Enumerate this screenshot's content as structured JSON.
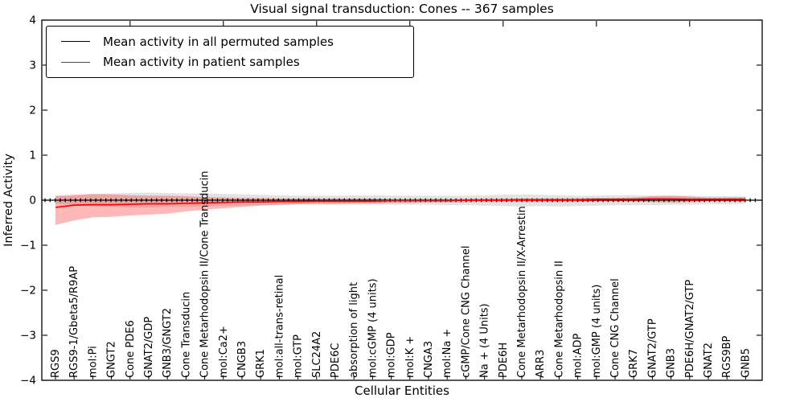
{
  "figure": {
    "title": "Visual signal transduction: Cones -- 367 samples",
    "xlabel": "Cellular Entities",
    "ylabel": "Inferred Activity",
    "background": "#ffffff"
  },
  "legend": {
    "position": "upper left",
    "entries": [
      {
        "label": "Mean activity in all permuted samples",
        "color": "#000000"
      },
      {
        "label": "Mean activity in patient samples",
        "color": "#ff0000"
      }
    ]
  },
  "chart_data": {
    "type": "line",
    "title": "Visual signal transduction: Cones -- 367 samples",
    "xlabel": "Cellular Entities",
    "ylabel": "Inferred Activity",
    "ylim": [
      -4,
      4
    ],
    "grid": false,
    "legend_position": "upper left",
    "yticks": [
      {
        "value": -4,
        "label": "−4"
      },
      {
        "value": -3,
        "label": "−3"
      },
      {
        "value": -2,
        "label": "−2"
      },
      {
        "value": -1,
        "label": "−1"
      },
      {
        "value": 0,
        "label": "0"
      },
      {
        "value": 1,
        "label": "1"
      },
      {
        "value": 2,
        "label": "2"
      },
      {
        "value": 3,
        "label": "3"
      },
      {
        "value": 4,
        "label": "4"
      }
    ],
    "top_tick_indices": [
      4,
      9,
      14,
      19,
      24,
      29,
      34
    ],
    "categories": [
      "RGS9",
      "RGS9-1/Gbeta5/R9AP",
      "mol:Pi",
      "GNGT2",
      "Cone PDE6",
      "GNAT2/GDP",
      "GNB3/GNGT2",
      "Cone Transducin",
      "Cone Metarhodopsin II/Cone Transducin",
      "mol:Ca2+",
      "CNGB3",
      "GRK1",
      "mol:all-trans-retinal",
      "mol:GTP",
      "SLC24A2",
      "PDE6C",
      "absorption of light",
      "mol:cGMP (4 units)",
      "mol:GDP",
      "mol:K +",
      "CNGA3",
      "mol:Na +",
      "cGMP/Cone CNG Channel",
      "Na + (4 Units)",
      "PDE6H",
      "Cone Metarhodopsin II/X-Arrestin",
      "ARR3",
      "Cone Metarhodopsin II",
      "mol:ADP",
      "mol:GMP (4 units)",
      "Cone CNG Channel",
      "GRK7",
      "GNAT2/GTP",
      "GNB3",
      "PDE6H/GNAT2/GTP",
      "GNAT2",
      "RGS9BP",
      "GNB5"
    ],
    "series": [
      {
        "name": "Mean activity in all permuted samples",
        "color": "#000000",
        "line_width": 1.3,
        "marker": "|",
        "extend_to_axes": true,
        "values": [
          0,
          0,
          0,
          0,
          0,
          0,
          0,
          0,
          0,
          0,
          0,
          0,
          0,
          0,
          0,
          0,
          0,
          0,
          0,
          0,
          0,
          0,
          0,
          0,
          0,
          0,
          0,
          0,
          0,
          0,
          0,
          0,
          0,
          0,
          0,
          0,
          0,
          0
        ],
        "band": {
          "color": "#000000",
          "opacity": 0.11,
          "hi": [
            0.08,
            0.1,
            0.13,
            0.15,
            0.16,
            0.17,
            0.16,
            0.15,
            0.15,
            0.14,
            0.13,
            0.12,
            0.11,
            0.1,
            0.1,
            0.1,
            0.11,
            0.11,
            0.1,
            0.1,
            0.1,
            0.1,
            0.1,
            0.11,
            0.12,
            0.13,
            0.12,
            0.11,
            0.1,
            0.1,
            0.11,
            0.11,
            0.1,
            0.1,
            0.1,
            0.09,
            0.09,
            0.08
          ],
          "lo": [
            -0.08,
            -0.1,
            -0.13,
            -0.15,
            -0.16,
            -0.16,
            -0.15,
            -0.15,
            -0.14,
            -0.13,
            -0.12,
            -0.11,
            -0.11,
            -0.1,
            -0.1,
            -0.1,
            -0.1,
            -0.1,
            -0.1,
            -0.1,
            -0.1,
            -0.11,
            -0.11,
            -0.12,
            -0.13,
            -0.14,
            -0.13,
            -0.14,
            -0.13,
            -0.12,
            -0.11,
            -0.11,
            -0.11,
            -0.1,
            -0.1,
            -0.09,
            -0.09,
            -0.08
          ]
        }
      },
      {
        "name": "Mean activity in patient samples",
        "color": "#ff0000",
        "line_width": 1.7,
        "marker": null,
        "extend_to_axes": false,
        "values": [
          -0.16,
          -0.11,
          -0.1,
          -0.1,
          -0.09,
          -0.08,
          -0.08,
          -0.07,
          -0.06,
          -0.05,
          -0.04,
          -0.04,
          -0.03,
          -0.03,
          -0.02,
          -0.02,
          -0.02,
          -0.02,
          -0.01,
          -0.01,
          -0.01,
          -0.01,
          0,
          0,
          0,
          0.01,
          0.01,
          0.01,
          0.01,
          0.02,
          0.02,
          0.02,
          0.03,
          0.03,
          0.02,
          0.02,
          0.02,
          0.02
        ],
        "band": {
          "color": "#ff0000",
          "opacity": 0.28,
          "hi": [
            0.1,
            0.12,
            0.14,
            0.13,
            0.11,
            0.1,
            0.1,
            0.09,
            0.07,
            0.06,
            0.05,
            0.05,
            0.04,
            0.04,
            0.04,
            0.04,
            0.04,
            0.04,
            0.03,
            0.03,
            0.03,
            0.03,
            0.03,
            0.04,
            0.04,
            0.04,
            0.04,
            0.04,
            0.04,
            0.05,
            0.05,
            0.06,
            0.09,
            0.1,
            0.08,
            0.06,
            0.06,
            0.07
          ],
          "lo": [
            -0.55,
            -0.45,
            -0.38,
            -0.37,
            -0.34,
            -0.32,
            -0.3,
            -0.25,
            -0.21,
            -0.18,
            -0.15,
            -0.12,
            -0.1,
            -0.09,
            -0.08,
            -0.08,
            -0.07,
            -0.07,
            -0.06,
            -0.06,
            -0.05,
            -0.05,
            -0.05,
            -0.04,
            -0.04,
            -0.04,
            -0.04,
            -0.04,
            -0.04,
            -0.03,
            -0.03,
            -0.03,
            -0.04,
            -0.05,
            -0.04,
            -0.03,
            -0.03,
            -0.04
          ]
        }
      }
    ]
  }
}
